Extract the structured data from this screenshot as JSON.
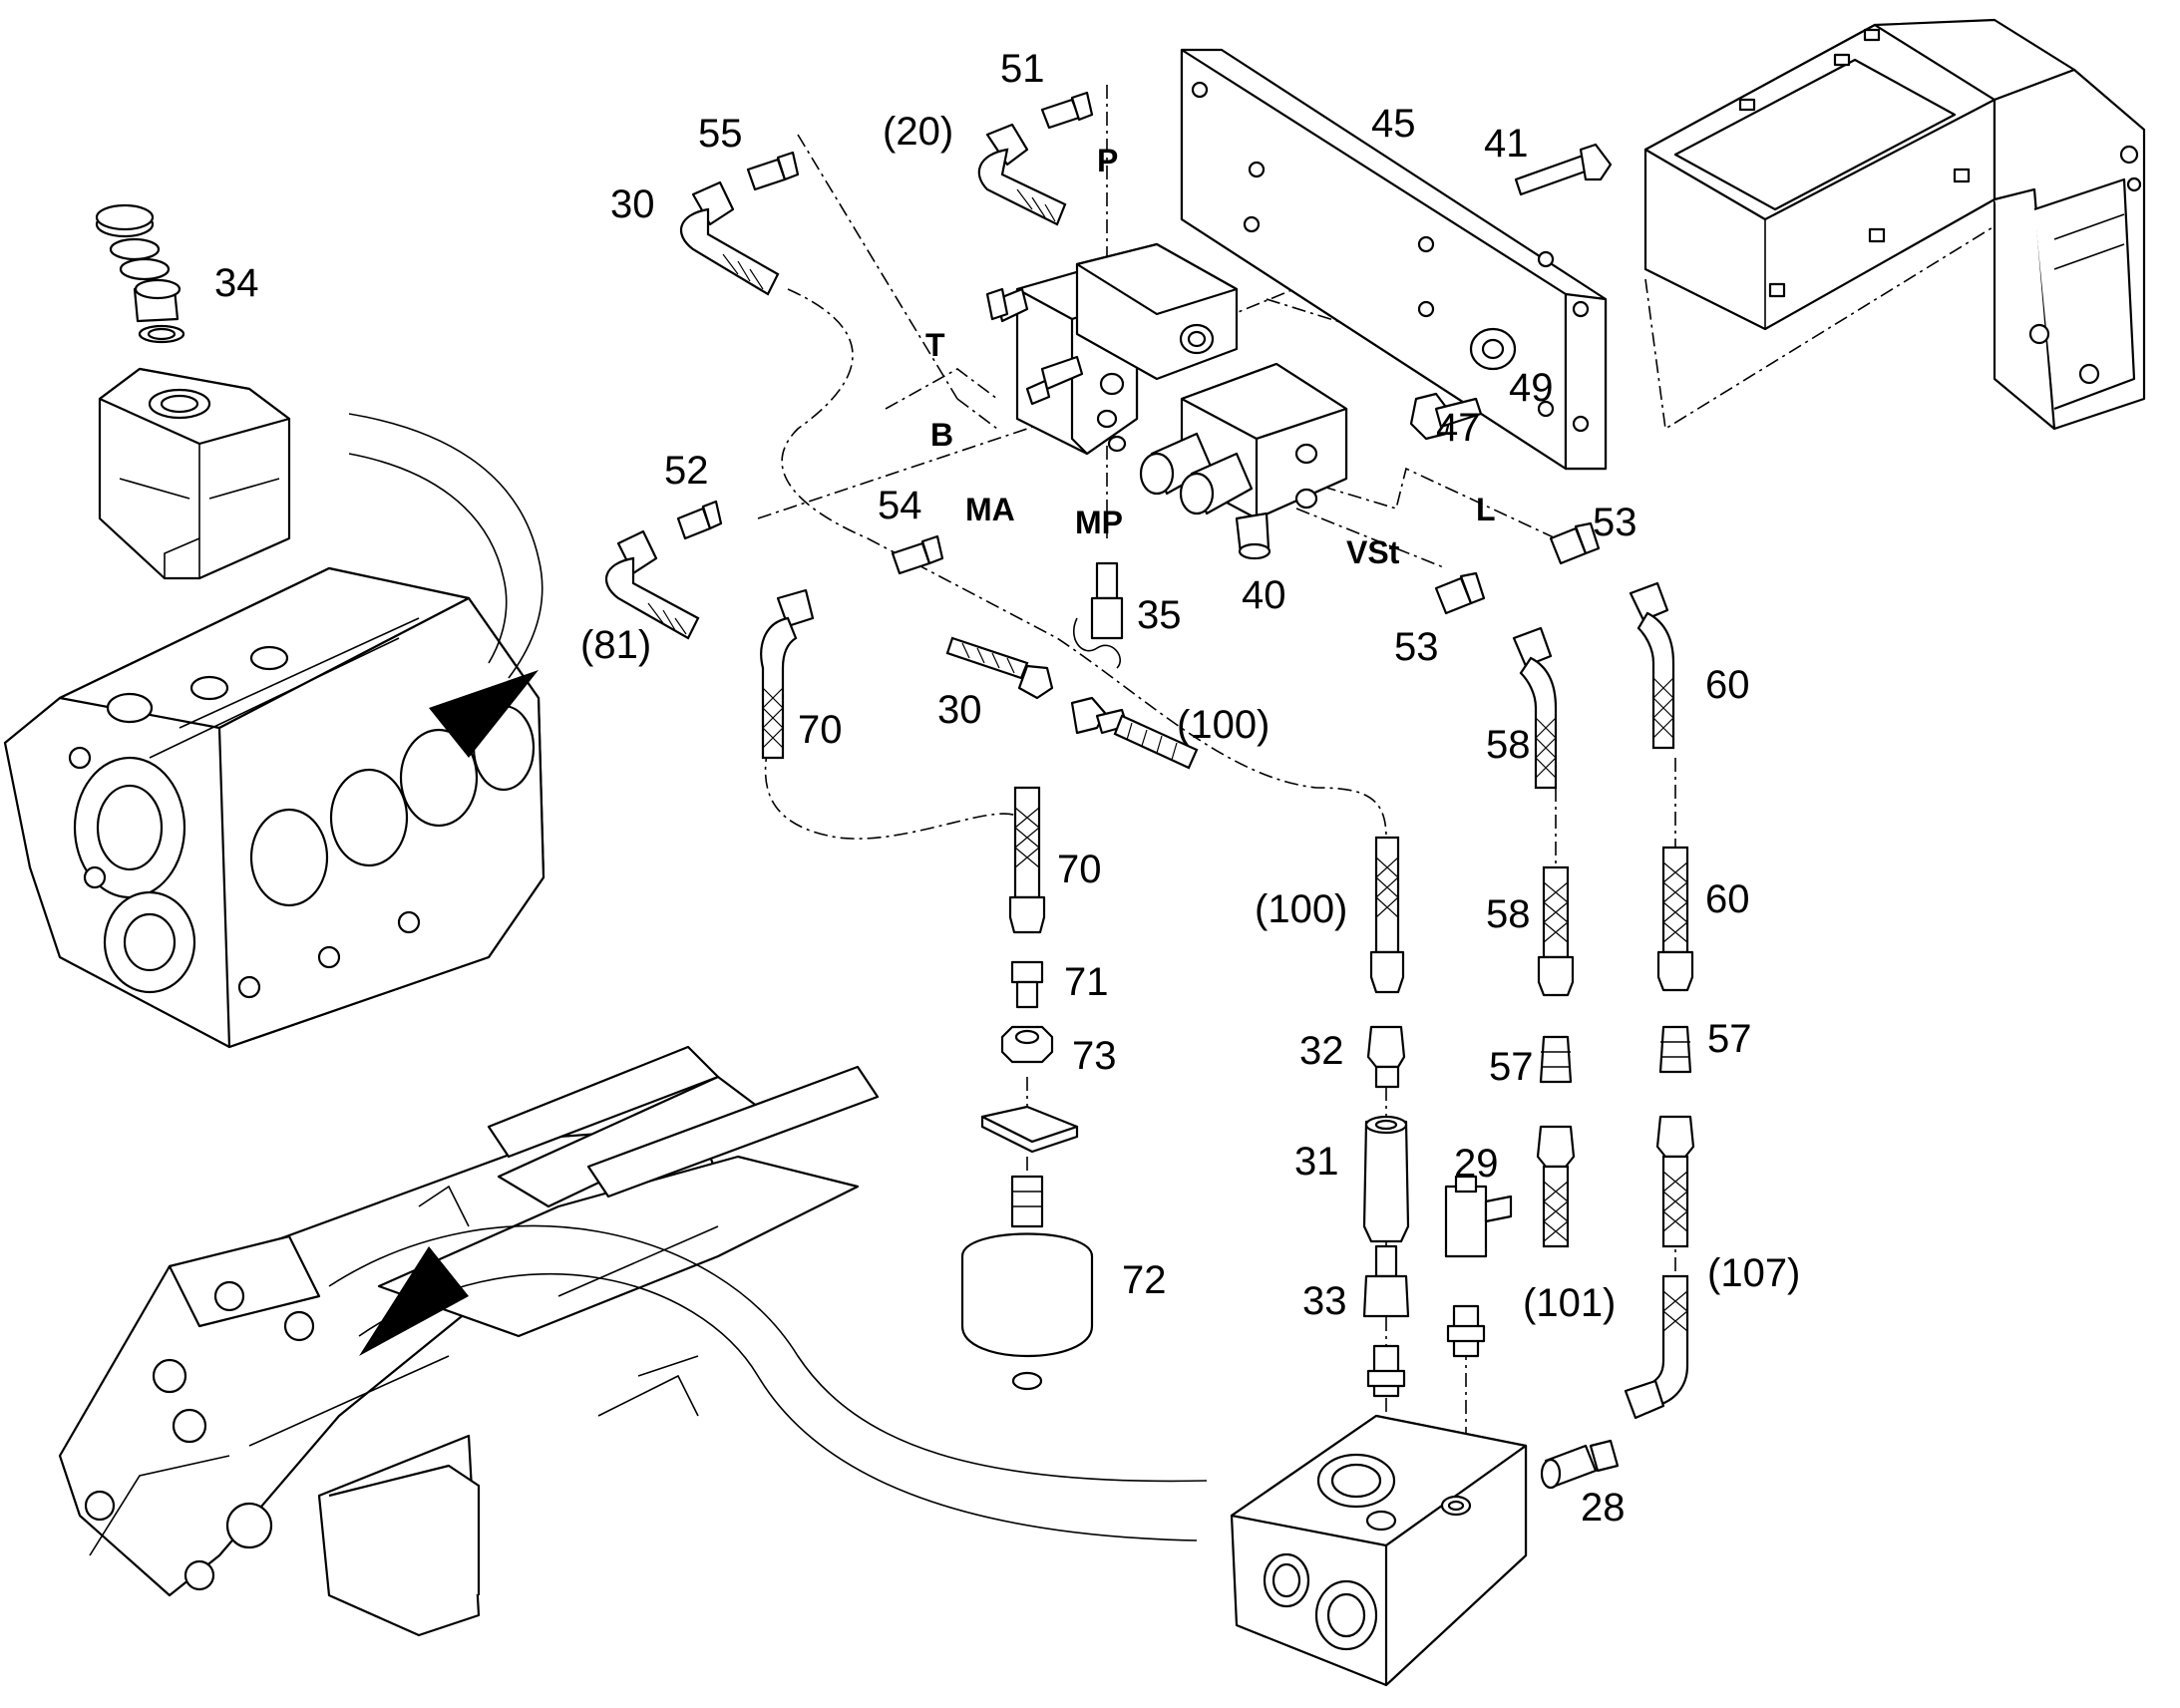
{
  "diagram": {
    "part_labels": {
      "p51": "51",
      "p20": "(20)",
      "p55": "55",
      "p30a": "30",
      "p34": "34",
      "p45": "45",
      "p41": "41",
      "p47": "47",
      "p49": "49",
      "p52": "52",
      "p81": "(81)",
      "p54": "54",
      "p35": "35",
      "p40": "40",
      "p53a": "53",
      "p53b": "53",
      "p60a": "60",
      "p60b": "60",
      "p70a": "70",
      "p70b": "70",
      "p30b": "30",
      "p100a": "(100)",
      "p100b": "(100)",
      "p58a": "58",
      "p58b": "58",
      "p71": "71",
      "p73": "73",
      "p72": "72",
      "p32": "32",
      "p31": "31",
      "p33": "33",
      "p29": "29",
      "p57a": "57",
      "p57b": "57",
      "p101": "(101)",
      "p107": "(107)",
      "p28": "28"
    },
    "port_labels": {
      "T": "T",
      "P": "P",
      "B": "B",
      "MA": "MA",
      "MP": "MP",
      "VSt": "VSt",
      "L": "L"
    }
  }
}
